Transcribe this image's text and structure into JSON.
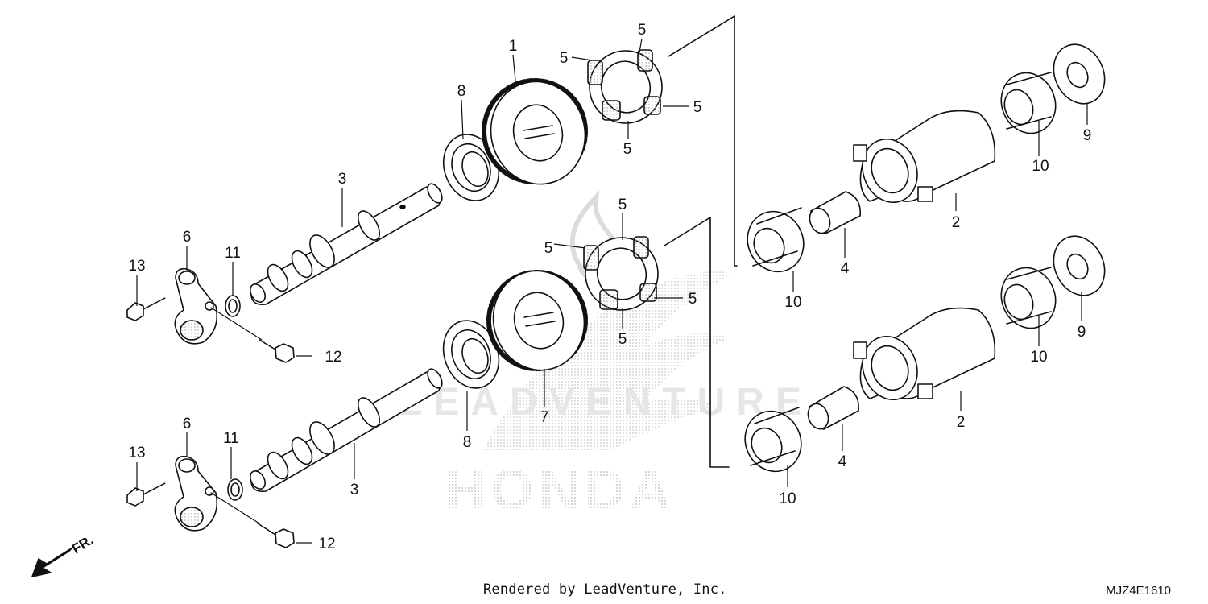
{
  "callouts": {
    "c1": "1",
    "c2a": "2",
    "c2b": "2",
    "c3a": "3",
    "c3b": "3",
    "c4a": "4",
    "c4b": "4",
    "c5": [
      "5",
      "5",
      "5",
      "5",
      "5",
      "5",
      "5",
      "5"
    ],
    "c6a": "6",
    "c6b": "6",
    "c7": "7",
    "c8a": "8",
    "c8b": "8",
    "c9a": "9",
    "c9b": "9",
    "c10": [
      "10",
      "10",
      "10",
      "10"
    ],
    "c11a": "11",
    "c11b": "11",
    "c12a": "12",
    "c12b": "12",
    "c13a": "13",
    "c13b": "13"
  },
  "direction_label": "FR.",
  "watermark": {
    "brand": "HONDA",
    "partial": "LEADVENTURE"
  },
  "footer": {
    "credit": "Rendered by LeadVenture, Inc.",
    "code": "MJZ4E1610"
  },
  "colors": {
    "line": "#111111",
    "watermark": "#d9d9d9"
  }
}
